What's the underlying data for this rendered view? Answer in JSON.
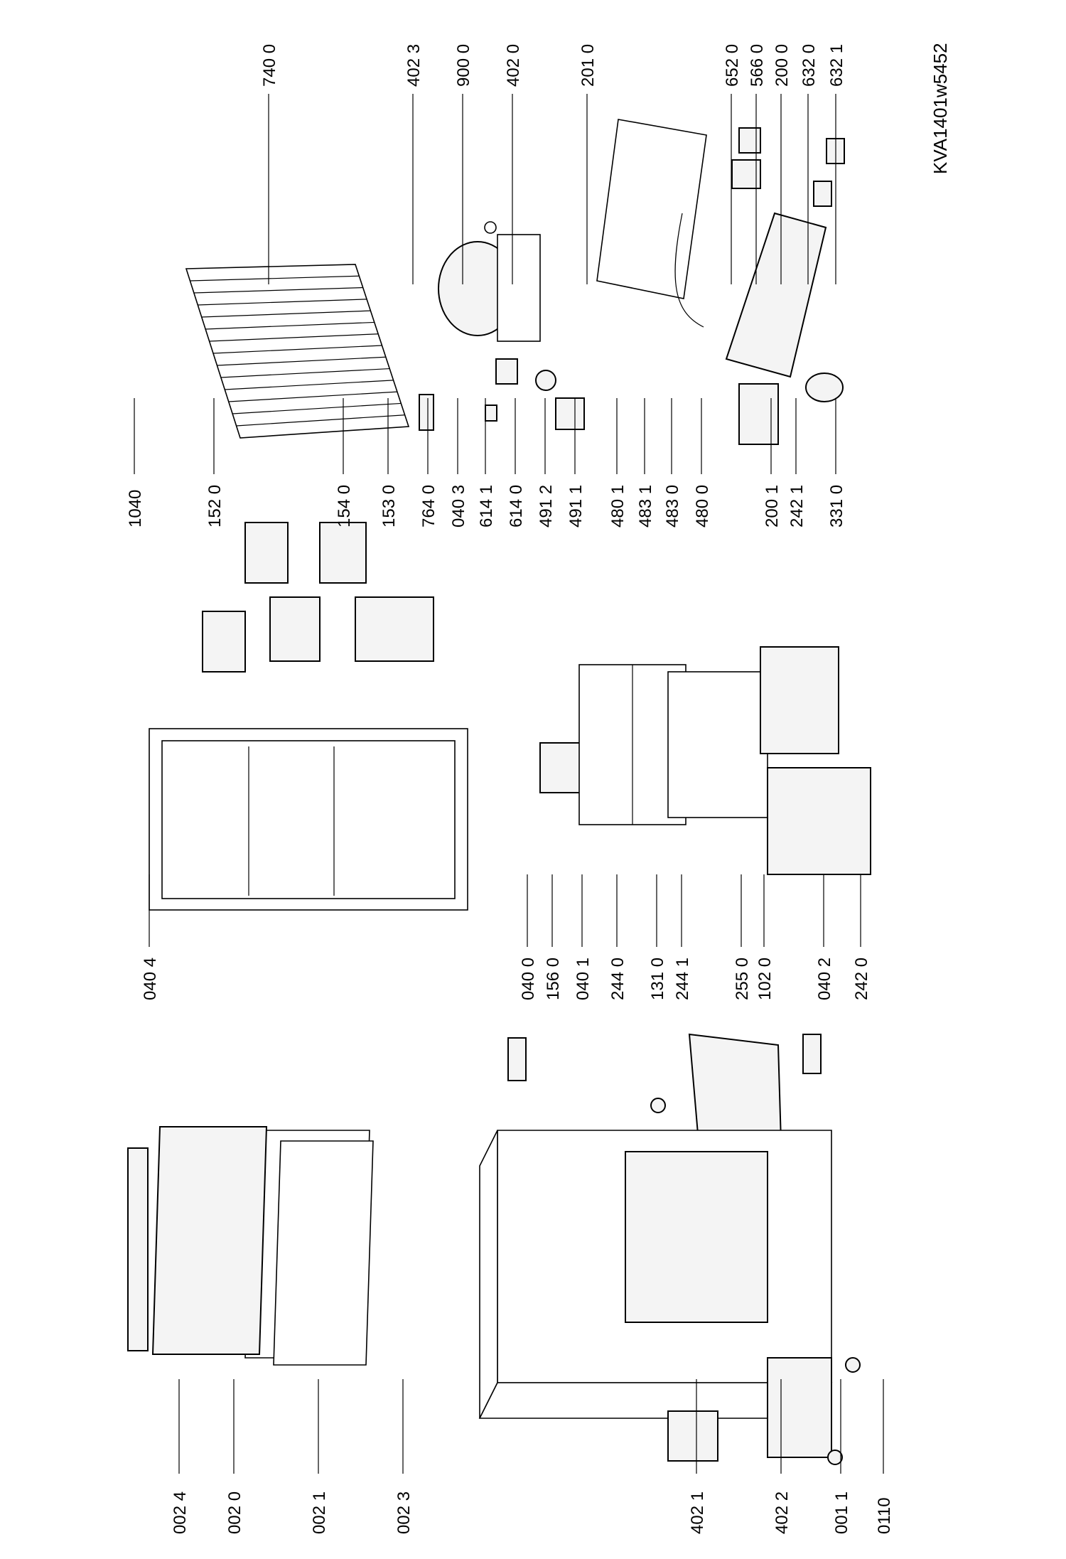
{
  "diagram": {
    "model_code": "KVA1401w5452",
    "labels": {
      "top": [
        "740 0",
        "402 3",
        "900 0",
        "402 0",
        "201 0",
        "652 0",
        "566 0",
        "200 0",
        "632 0",
        "632 1"
      ],
      "middle": [
        "1040",
        "152 0",
        "154 0",
        "153 0",
        "764 0",
        "040 3",
        "614 1",
        "614 0",
        "491 2",
        "491 1",
        "480 1",
        "483 1",
        "483 0",
        "480 0",
        "200 1",
        "242 1",
        "331 0"
      ],
      "lower": [
        "040 4",
        "040 0",
        "156 0",
        "040 1",
        "244 0",
        "131 0",
        "244 1",
        "255 0",
        "102 0",
        "040 2",
        "242 0"
      ],
      "bottom": [
        "002 4",
        "002 0",
        "002 1",
        "002 3",
        "402 1",
        "402 2",
        "001 1",
        "0110"
      ]
    }
  }
}
